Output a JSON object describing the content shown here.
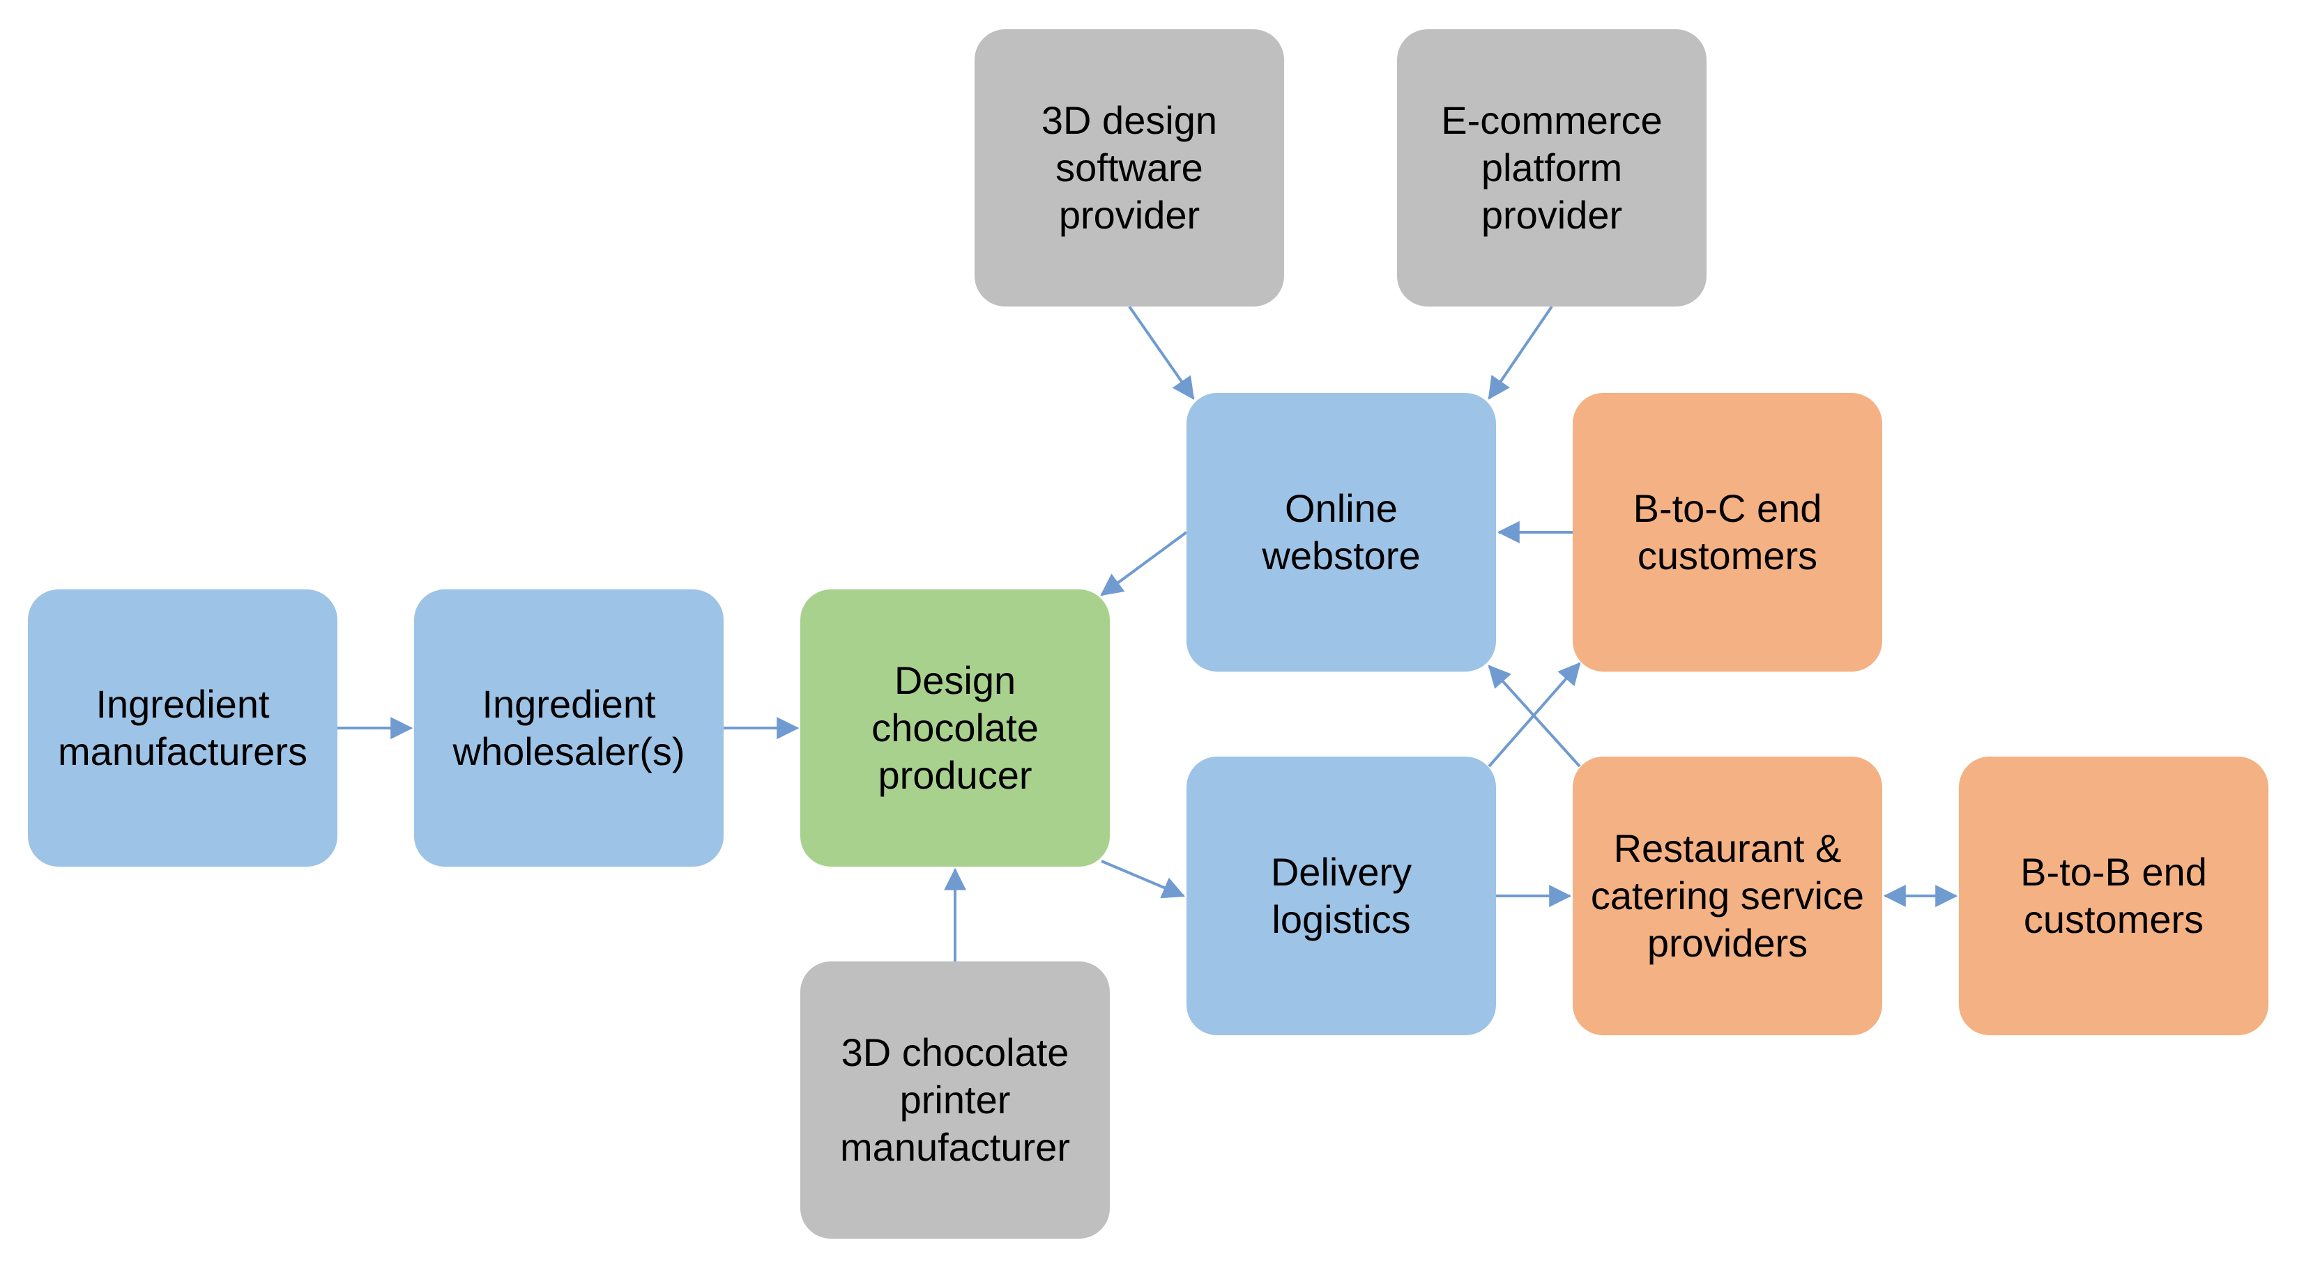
{
  "colors": {
    "blue": "#9dc3e6",
    "green": "#a9d18e",
    "gray": "#bfbfbf",
    "orange": "#f4b183",
    "arrow": "#6f9bd1"
  },
  "nodes": {
    "manufacturers": {
      "label": "Ingredient\nmanufacturers",
      "color": "blue"
    },
    "wholesaler": {
      "label": "Ingredient\nwholesaler(s)",
      "color": "blue"
    },
    "producer": {
      "label": "Design\nchocolate\nproducer",
      "color": "green"
    },
    "printer": {
      "label": "3D chocolate\nprinter\nmanufacturer",
      "color": "gray"
    },
    "software": {
      "label": "3D design\nsoftware\nprovider",
      "color": "gray"
    },
    "ecommerce": {
      "label": "E-commerce\nplatform\nprovider",
      "color": "gray"
    },
    "webstore": {
      "label": "Online\nwebstore",
      "color": "blue"
    },
    "btoc": {
      "label": "B-to-C end\ncustomers",
      "color": "orange"
    },
    "delivery": {
      "label": "Delivery\nlogistics",
      "color": "blue"
    },
    "restaurant": {
      "label": "Restaurant &\ncatering service\nproviders",
      "color": "orange"
    },
    "btob": {
      "label": "B-to-B end\ncustomers",
      "color": "orange"
    }
  },
  "edges": [
    {
      "from": "manufacturers",
      "to": "wholesaler"
    },
    {
      "from": "wholesaler",
      "to": "producer"
    },
    {
      "from": "printer",
      "to": "producer"
    },
    {
      "from": "software",
      "to": "webstore"
    },
    {
      "from": "ecommerce",
      "to": "webstore"
    },
    {
      "from": "btoc",
      "to": "webstore"
    },
    {
      "from": "webstore",
      "to": "producer"
    },
    {
      "from": "producer",
      "to": "delivery"
    },
    {
      "from": "delivery",
      "to": "restaurant"
    },
    {
      "from": "delivery",
      "to": "btoc"
    },
    {
      "from": "restaurant",
      "to": "webstore"
    },
    {
      "from": "restaurant",
      "to": "btob",
      "bidirectional": true
    }
  ]
}
